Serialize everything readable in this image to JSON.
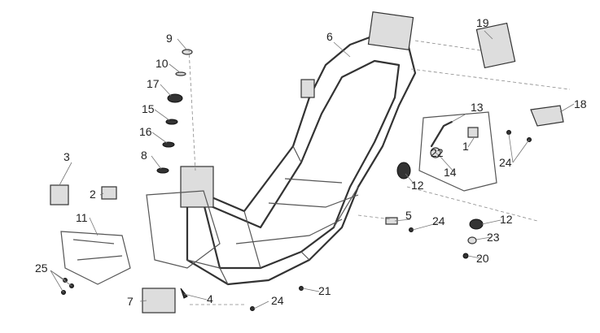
{
  "diagram": {
    "title": "",
    "callouts": [
      "9",
      "10",
      "17",
      "15",
      "16",
      "8",
      "3",
      "2",
      "11",
      "25",
      "7",
      "4",
      "24",
      "21",
      "6",
      "19",
      "18",
      "13",
      "1",
      "22",
      "14",
      "24",
      "12",
      "5",
      "24",
      "12",
      "23",
      "20"
    ]
  }
}
